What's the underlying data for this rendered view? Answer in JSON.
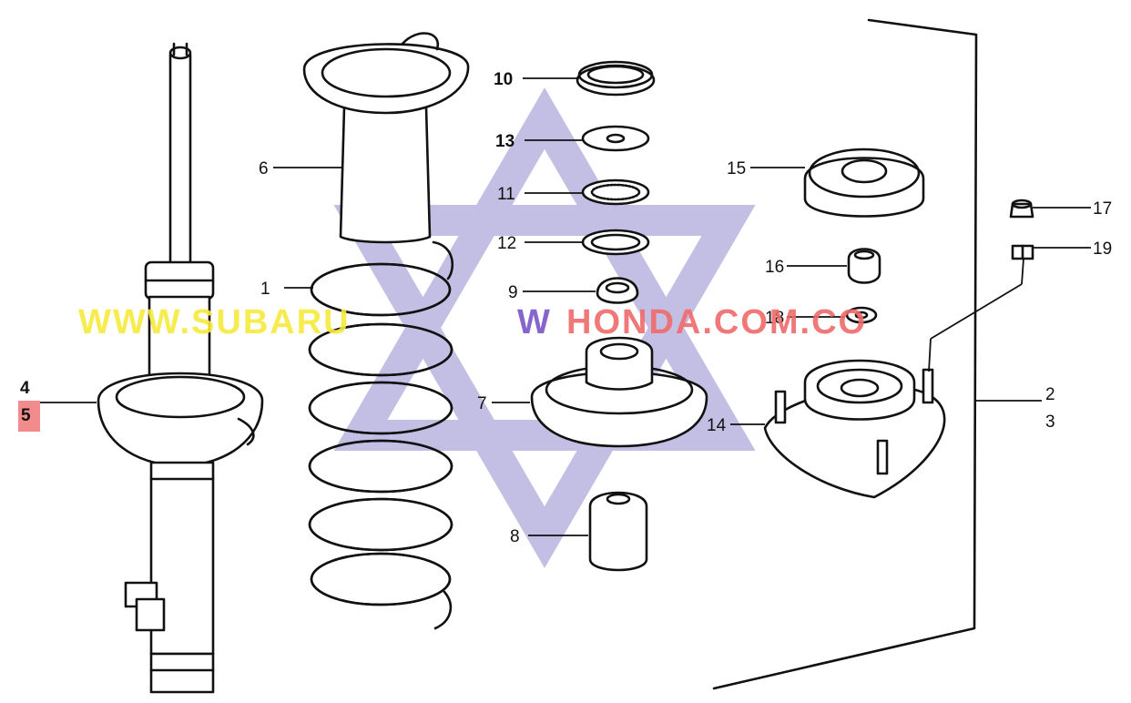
{
  "callouts": {
    "c1": "1",
    "c2": "2",
    "c3": "3",
    "c4": "4",
    "c5": "5",
    "c6": "6",
    "c7": "7",
    "c8": "8",
    "c9": "9",
    "c10": "10",
    "c11": "11",
    "c12": "12",
    "c13": "13",
    "c14": "14",
    "c15": "15",
    "c16": "16",
    "c17": "17",
    "c18": "18",
    "c19": "19"
  },
  "highlight": {
    "callout": "5",
    "color": "#f28b8b"
  },
  "watermark": {
    "text_subaru": "WWW.SUBARU",
    "text_w": "W",
    "text_honda": "HONDA.COM.CO",
    "color_subaru": "#f7ea3c",
    "color_w": "#7a55c8",
    "color_honda": "#f06a6a",
    "logo_color": "#b9b3df"
  }
}
